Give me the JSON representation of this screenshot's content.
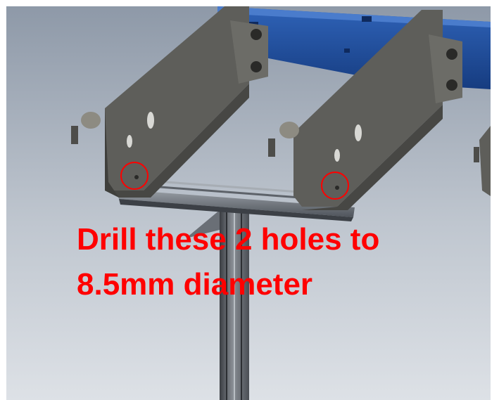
{
  "annotation": {
    "line1": "Drill these 2 holes to",
    "line2": "8.5mm diameter",
    "color": "#ff0000"
  },
  "scene": {
    "background_top": "#8c97a6",
    "background_bottom": "#d8dde3",
    "beam_color": "#1f4fa0",
    "bracket_color": "#5b5b57",
    "highlight_color": "#ff0000",
    "highlighted_holes": 2
  }
}
